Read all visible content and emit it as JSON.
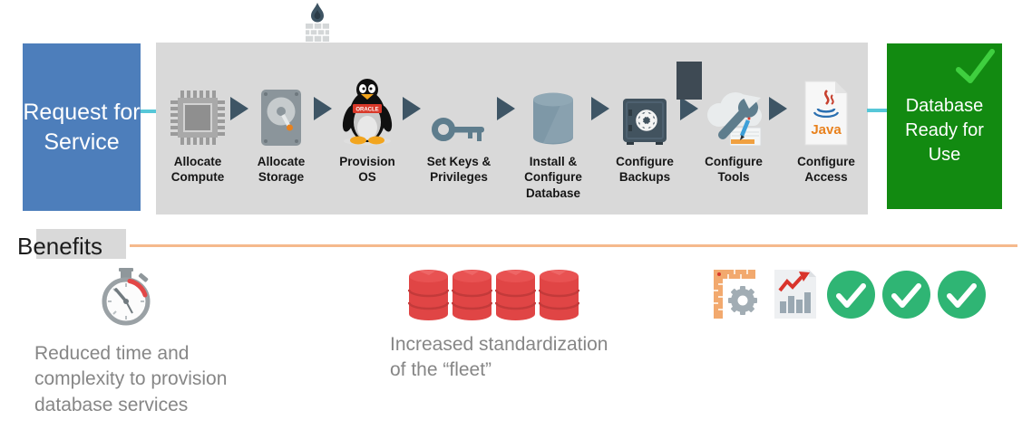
{
  "flow": {
    "request_label": "Request for Service",
    "ready_label": "Database Ready for Use",
    "steps": [
      {
        "label": "Allocate Compute",
        "icon": "cpu-chip-icon"
      },
      {
        "label": "Allocate Storage",
        "icon": "hard-drive-icon"
      },
      {
        "label": "Provision OS",
        "icon": "tux-penguin-oracle-icon",
        "badge_text": "ORACLE"
      },
      {
        "label": "Set Keys & Privileges",
        "icon": "key-icon"
      },
      {
        "label": "Install & Configure Database",
        "icon": "database-cylinder-icon"
      },
      {
        "label": "Configure Backups",
        "icon": "safe-vault-icon"
      },
      {
        "label": "Configure Tools",
        "icon": "cloud-wrench-tools-icon"
      },
      {
        "label": "Configure Access",
        "icon": "java-document-icon",
        "logo_text": "Java"
      }
    ],
    "decorations": [
      "firewall-icon",
      "dark-rectangle"
    ]
  },
  "benefits": {
    "heading": "Benefits",
    "items": [
      {
        "icon": "stopwatch-icon",
        "text": "Reduced time and complexity to provision database services"
      },
      {
        "icon": "red-database-stack-x4",
        "text": "Increased standardization of the “fleet”"
      },
      {
        "icons": [
          "ruler-gear-icon",
          "bar-chart-report-icon",
          "check-circle-icon",
          "check-circle-icon",
          "check-circle-icon"
        ],
        "text": ""
      }
    ]
  },
  "colors": {
    "request_box": "#4d7ebb",
    "ready_box": "#128a11",
    "ready_check": "#3fcf3f",
    "process_band": "#d9d9d9",
    "arrow": "#3e5565",
    "connector": "#56c7d8",
    "benefits_rule": "#f5b98c",
    "benefit_text": "#868686",
    "check_circle": "#2fb574",
    "database_red": "#e04545"
  }
}
